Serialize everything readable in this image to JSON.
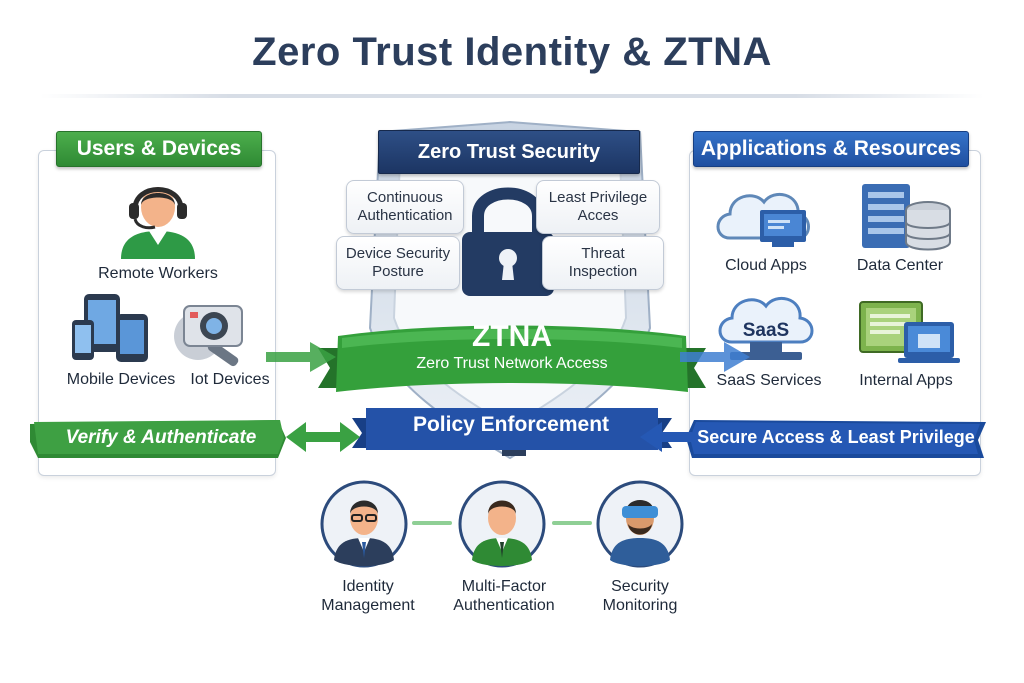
{
  "title": "Zero Trust Identity & ZTNA",
  "left_panel": {
    "header": "Users & Devices",
    "items": [
      "Remote Workers",
      "Mobile Devices",
      "Iot Devices"
    ],
    "banner": "Verify & Authenticate"
  },
  "right_panel": {
    "header": "Applications & Resources",
    "items": [
      "Cloud Apps",
      "Data Center",
      "SaaS Services",
      "Internal Apps"
    ],
    "saas_icon_text": "SaaS",
    "banner": "Secure Access & Least Privilege"
  },
  "shield": {
    "header": "Zero Trust Security",
    "boxes": {
      "top_left": [
        "Continuous",
        "Authentication"
      ],
      "top_right": [
        "Least Privilege",
        "Acces"
      ],
      "bottom_left": [
        "Device Security",
        "Posture"
      ],
      "bottom_right": [
        "Threat",
        "Inspection"
      ]
    }
  },
  "ztna": {
    "title": "ZTNA",
    "subtitle": "Zero Trust Network Access"
  },
  "policy": "Policy Enforcement",
  "bottom": [
    {
      "line1": "Identity",
      "line2": "Management"
    },
    {
      "line1": "Multi-Factor",
      "line2": "Authentication"
    },
    {
      "line1": "Security",
      "line2": "Monitoring"
    }
  ],
  "colors": {
    "green": "#2f8a34",
    "blue": "#1f4fa0",
    "navy": "#1c3563",
    "title": "#2c3e5c"
  }
}
